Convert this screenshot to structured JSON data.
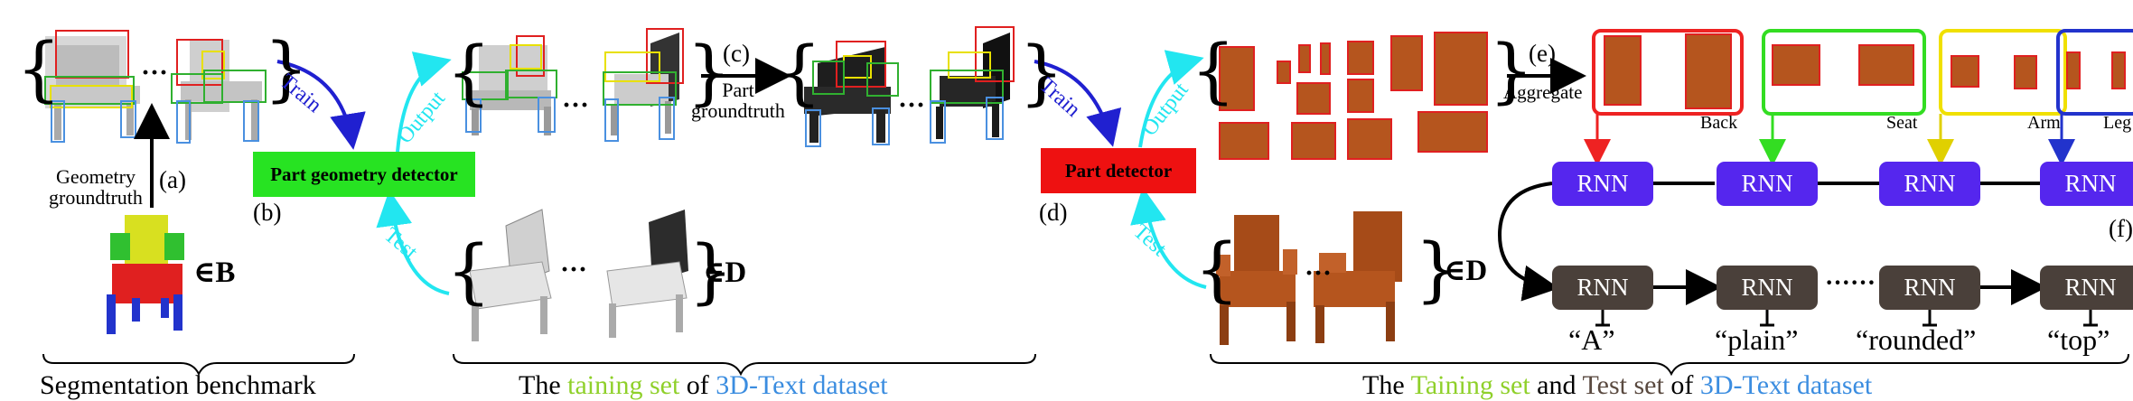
{
  "labels": {
    "train1": "Train",
    "output1": "Output",
    "test1": "Test",
    "geometry_groundtruth": "Geometry groundtruth",
    "a": "(a)",
    "b": "(b)",
    "c": "(c)",
    "d": "(d)",
    "e": "(e)",
    "f": "(f)",
    "part_groundtruth": "Part groundtruth",
    "train2": "Train",
    "output2": "Output",
    "test2": "Test",
    "aggregate": "Aggregate",
    "back": "Back",
    "seat": "Seat",
    "arm": "Arm",
    "leg": "Leg",
    "in_b": "∈B",
    "in_d1": "∈D",
    "in_d2": "∈D",
    "dots": "···",
    "rnn_dots": "······"
  },
  "boxes": {
    "part_geometry_detector": "Part geometry detector",
    "part_detector": "Part detector"
  },
  "rnn": {
    "label": "RNN",
    "words": [
      "“A”",
      "“plain”",
      "“rounded”",
      "“top”"
    ]
  },
  "captions": {
    "segmentation": "Segmentation benchmark",
    "train_set_pre": "The ",
    "train_set_colored": "taining set",
    "train_set_mid": " of ",
    "train_set_dataset": "3D-Text dataset",
    "right_pre": "The ",
    "right_train": "Taining set",
    "right_mid": " and ",
    "right_test": "Test set",
    "right_of": " of ",
    "right_dataset": "3D-Text dataset"
  },
  "colors": {
    "green_box": "#27e322",
    "red_box": "#ee1111",
    "rnn_up": "#5526ee",
    "rnn_down": "#4a403a",
    "train_arrow": "#2020d0",
    "cyan_arrow": "#22e6f0",
    "caption_green": "#8fd02a",
    "caption_blue": "#3b8de0",
    "wood": "#b5551e",
    "back_group": "#ee2222",
    "seat_group": "#33dd22",
    "arm_group": "#f0e000",
    "leg_group": "#2233cc"
  }
}
